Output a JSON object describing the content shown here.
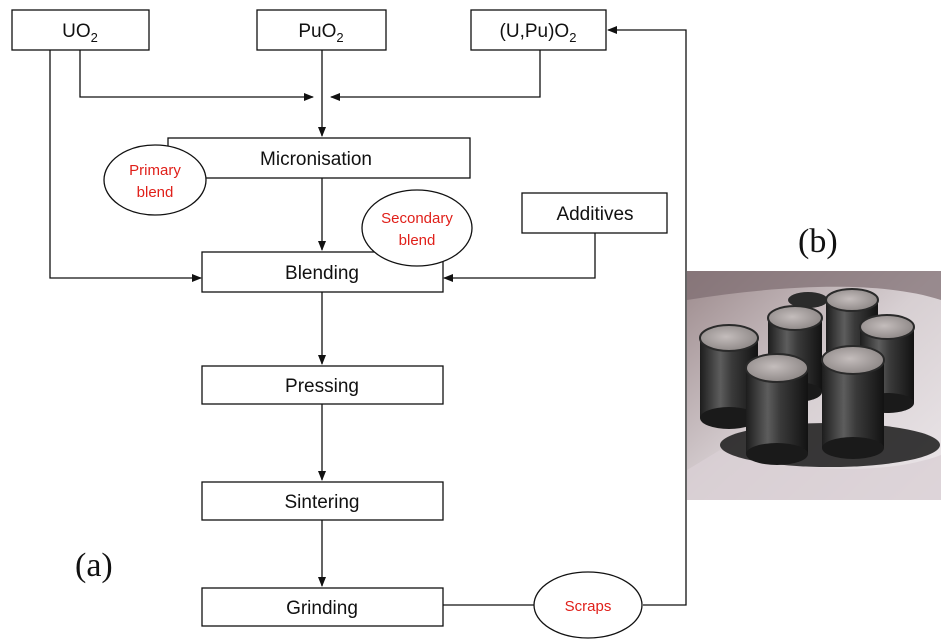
{
  "diagram": {
    "inputs": {
      "uo2": {
        "base": "UO",
        "sub": "2"
      },
      "puo2": {
        "base": "PuO",
        "sub": "2"
      },
      "mox": {
        "base": "(U,Pu)O",
        "sub": "2"
      }
    },
    "steps": {
      "micronisation": "Micronisation",
      "blending": "Blending",
      "pressing": "Pressing",
      "sintering": "Sintering",
      "grinding": "Grinding",
      "additives": "Additives"
    },
    "notes": {
      "primary_blend": [
        "Primary",
        "blend"
      ],
      "secondary_blend": [
        "Secondary",
        "blend"
      ],
      "scraps": "Scraps"
    },
    "panel_labels": {
      "a": "(a)",
      "b": "(b)"
    },
    "colors": {
      "note_text": "#e0201a",
      "lines": "#111111"
    }
  }
}
